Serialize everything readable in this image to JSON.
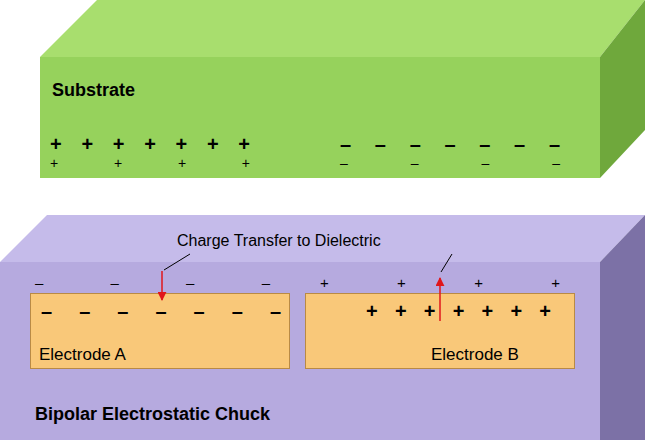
{
  "diagram": {
    "nodes": [
      {
        "text": [
          "Substrate",
          "+ + + + + + +",
          "+ + + +",
          "– – – – – – –",
          "– – – –"
        ]
      },
      {
        "text": [
          "Bipolar Electrostatic Chuck",
          "– – – –",
          "+ + + +"
        ]
      },
      {
        "text": [
          "Electrode A",
          "– – – – – – –"
        ],
        "in": 1
      },
      {
        "text": [
          "Electrode B",
          "+ + + + + + +"
        ],
        "in": 1
      }
    ],
    "labels": [
      "Charge Transfer to Dielectric"
    ]
  }
}
